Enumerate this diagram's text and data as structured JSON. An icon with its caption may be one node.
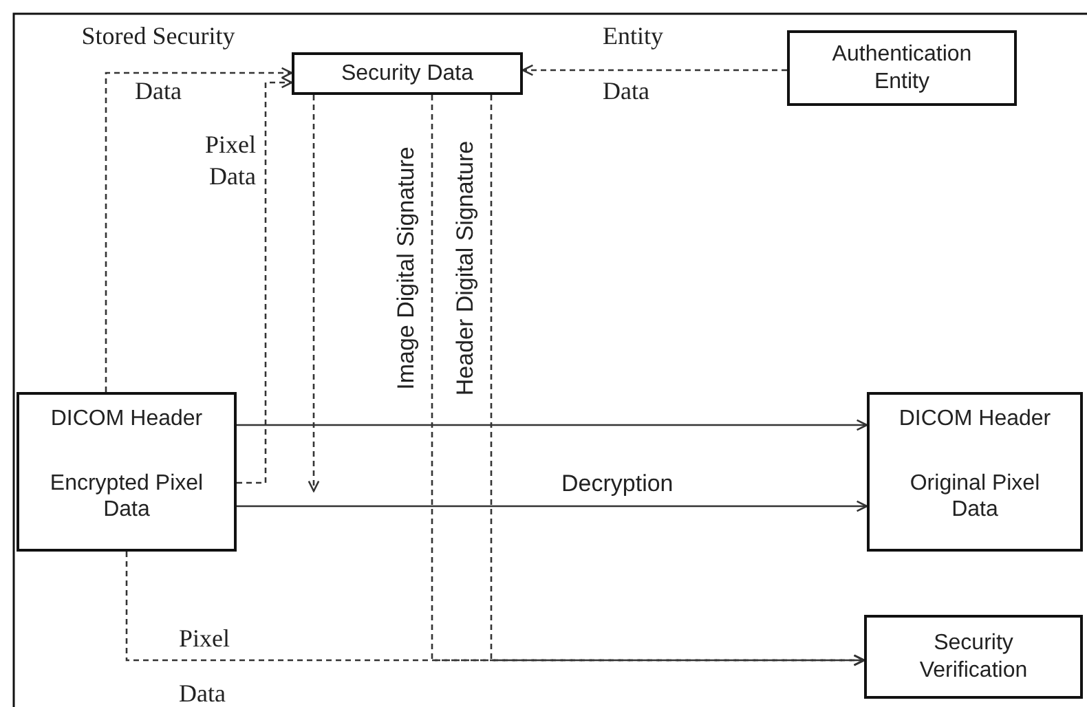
{
  "diagram": {
    "nodes": [
      {
        "text": [
          "Security Data"
        ]
      },
      {
        "text": [
          "Authentication Entity"
        ]
      },
      {
        "text": [
          "DICOM Header"
        ]
      },
      {
        "text": [
          "Encrypted Pixel Data"
        ]
      },
      {
        "text": [
          "DICOM Header"
        ]
      },
      {
        "text": [
          "Original Pixel Data"
        ]
      },
      {
        "text": [
          "Security Verification"
        ]
      }
    ],
    "edges": [
      {
        "from": 3,
        "to": 0,
        "arrow": "to",
        "style": "dashed",
        "label": "Pixel Data"
      },
      {
        "from": 2,
        "to": 0,
        "arrow": "to",
        "style": "dashed",
        "label": "Stored Security Data"
      },
      {
        "from": 1,
        "to": 0,
        "arrow": "to",
        "style": "dashed",
        "label": "Entity Data"
      },
      {
        "from": 0,
        "to": null,
        "arrow": "to",
        "style": "dashed"
      },
      {
        "from": 0,
        "to": 6,
        "arrow": "to",
        "style": "dashed",
        "label": "Image Digital Signature"
      },
      {
        "from": 0,
        "to": 6,
        "arrow": "to",
        "style": "dashed",
        "label": "Header Digital Signature"
      },
      {
        "from": 3,
        "to": 6,
        "arrow": "to",
        "style": "dashed",
        "label": "Pixel Data"
      },
      {
        "from": 2,
        "to": 4,
        "arrow": "to"
      },
      {
        "from": 3,
        "to": 5,
        "arrow": "to",
        "label": "Decryption"
      }
    ]
  }
}
